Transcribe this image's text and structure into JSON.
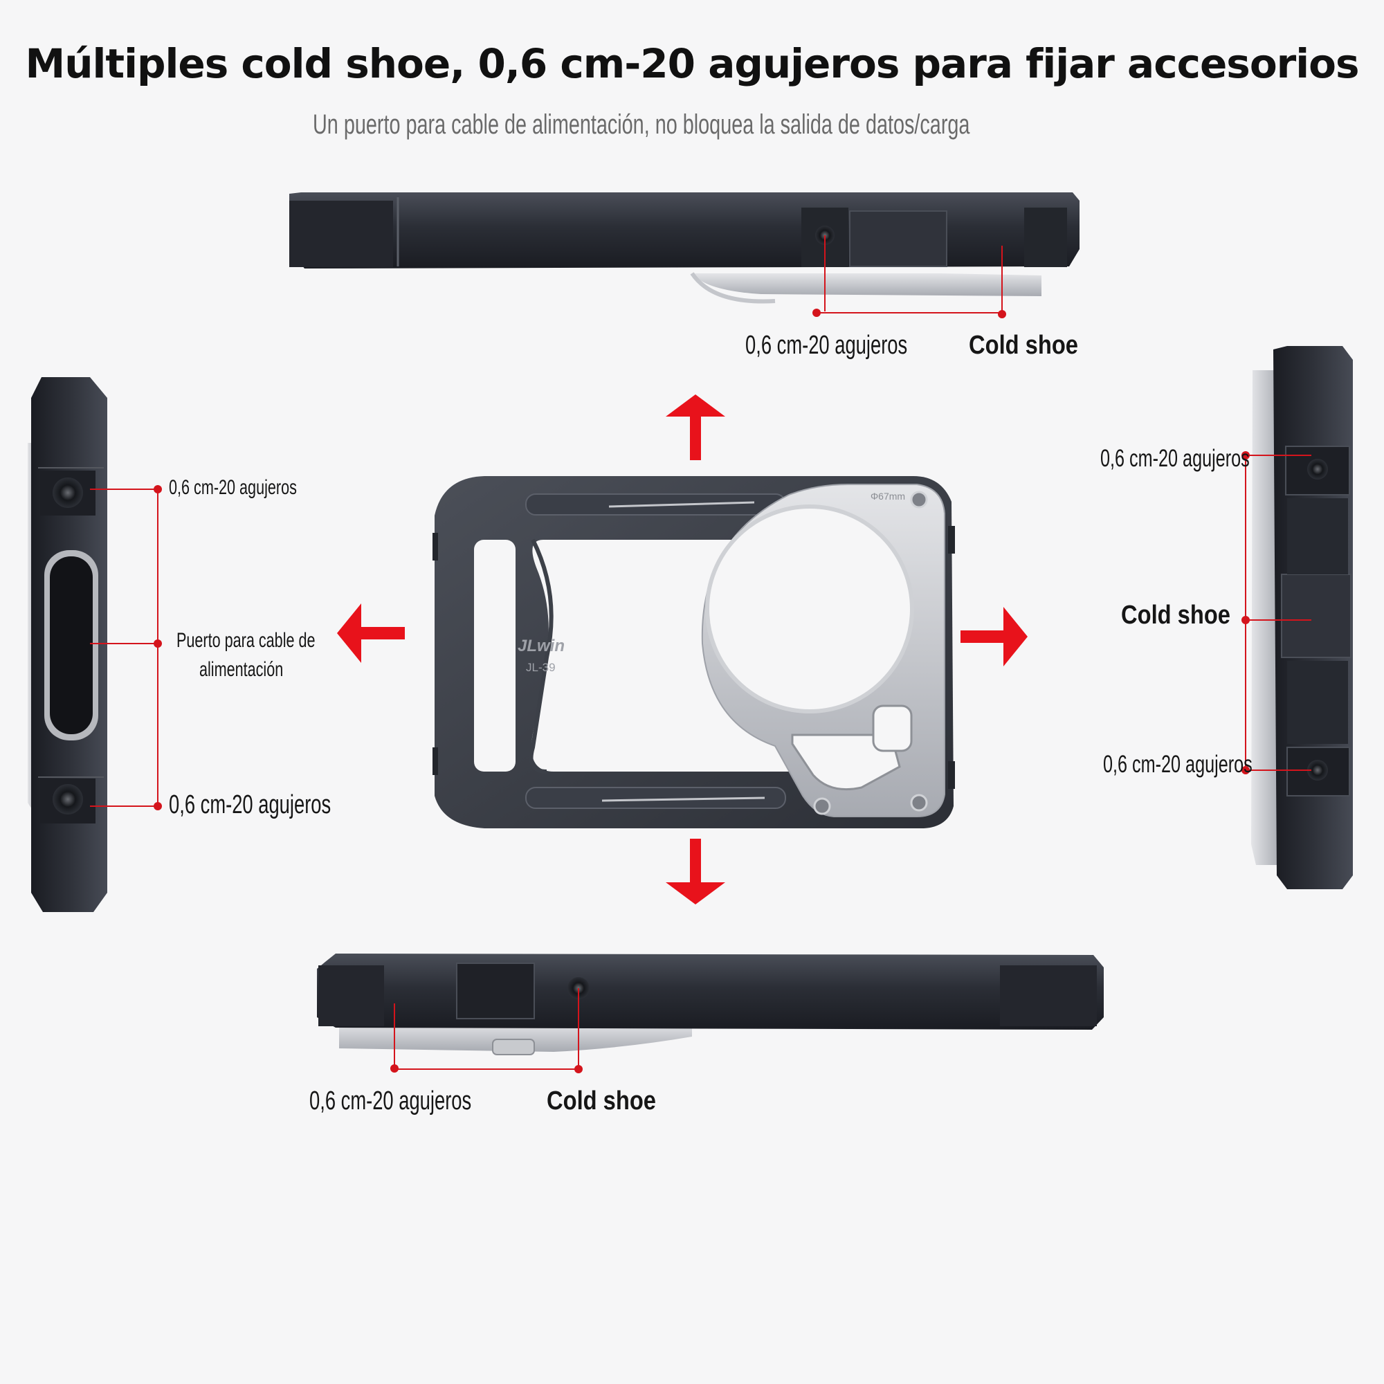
{
  "title": "Múltiples cold shoe, 0,6 cm-20 agujeros para fijar accesorios",
  "subtitle": "Un puerto para cable de alimentación, no bloquea la salida de datos/carga",
  "product": {
    "brand_logo": "JLwin",
    "model": "JL-39",
    "ring_marking": "Φ67mm"
  },
  "top_view": {
    "hole_label": "0,6 cm-20 agujeros",
    "shoe_label": "Cold shoe"
  },
  "left_view": {
    "hole_label_top": "0,6 cm-20 agujeros",
    "port_label_line1": "Puerto para cable de",
    "port_label_line2": "alimentación",
    "hole_label_bottom": "0,6 cm-20 agujeros"
  },
  "right_view": {
    "hole_label_top": "0,6 cm-20 agujeros",
    "shoe_label": "Cold shoe",
    "hole_label_bottom": "0,6 cm-20 agujeros"
  },
  "bottom_view": {
    "hole_label": "0,6 cm-20 agujeros",
    "shoe_label": "Cold shoe"
  },
  "colors": {
    "background": "#f6f6f7",
    "arrow_red": "#e8121b",
    "callout_red": "#d4141c",
    "metal_dark": "#2a2d35",
    "metal_silver": "#b9bcc2"
  },
  "arrows": [
    "up",
    "down",
    "left",
    "right"
  ]
}
